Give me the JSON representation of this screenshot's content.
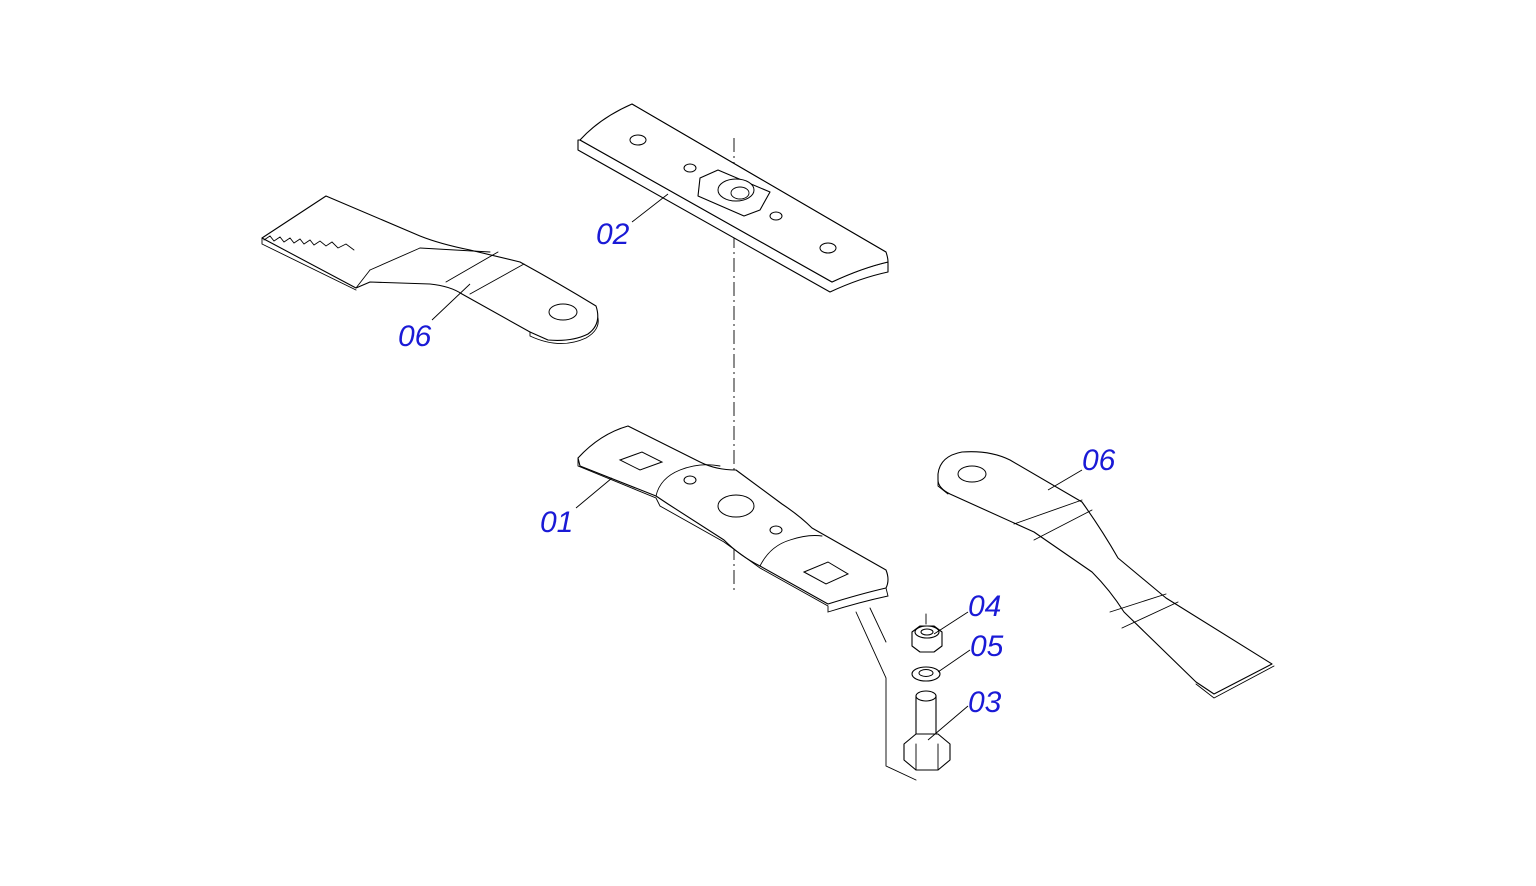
{
  "diagram": {
    "callouts": [
      {
        "id": "c-02",
        "label": "02"
      },
      {
        "id": "c-06a",
        "label": "06"
      },
      {
        "id": "c-01",
        "label": "01"
      },
      {
        "id": "c-06b",
        "label": "06"
      },
      {
        "id": "c-04",
        "label": "04"
      },
      {
        "id": "c-05",
        "label": "05"
      },
      {
        "id": "c-03",
        "label": "03"
      }
    ],
    "colors": {
      "callout_text": "#1a1ad6",
      "line_art": "#000000",
      "background": "#ffffff"
    }
  }
}
